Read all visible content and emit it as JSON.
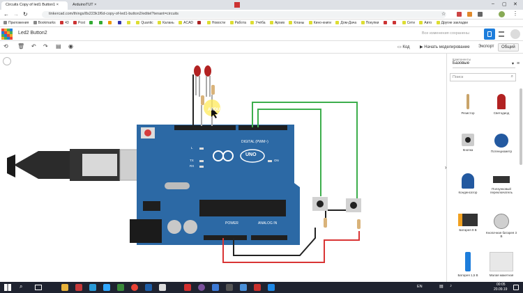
{
  "browser": {
    "tabs": [
      {
        "title": "Circuits Copy of led1 Button1 ×"
      },
      {
        "title": "ArduinoTUT ×"
      }
    ],
    "url": "tinkercad.com/things/8s223k1f6d-copy-of-led1-button2/editel?tenant=circuits",
    "bookmarks": [
      "Приложения",
      "Bookmarks",
      "43",
      "Post",
      "",
      "",
      "",
      "",
      "",
      "Quantic",
      "Калань",
      "ACAD",
      "",
      "Новости",
      "Работа",
      "Учёба",
      "Архив",
      "Кланы",
      "Кино-книги",
      "Дом-Дача",
      "Покупки",
      "",
      "",
      "Сети",
      "Авто",
      "Другие закладки"
    ]
  },
  "app": {
    "project_title": "Led2 Button2",
    "save_status": "Все изменения сохранены",
    "toolbar": {
      "code_label": "Код",
      "simulate_label": "Начать моделирование",
      "export_label": "Экспорт",
      "share_label": "Общий"
    }
  },
  "panel": {
    "components_heading": "Компоненты",
    "category": "Базовые",
    "search_placeholder": "Поиск",
    "components": [
      {
        "label": "Резистор"
      },
      {
        "label": "Светодиод"
      },
      {
        "label": "Кнопка"
      },
      {
        "label": "Потенциометр"
      },
      {
        "label": "Конденсатор"
      },
      {
        "label": "Ползунковый переключатель"
      },
      {
        "label": "Батарея 9 В"
      },
      {
        "label": "Кнопочная батарея 3 В"
      },
      {
        "label": "Батарея 1,5 В"
      },
      {
        "label": "Малая макетная"
      }
    ]
  },
  "board": {
    "brand": "ARDUINO",
    "model": "UNO",
    "digital_label": "DIGITAL (PWM~)",
    "analog_label": "ANALOG IN",
    "power_label": "POWER",
    "on_label": "ON",
    "tx_label": "TX",
    "rx_label": "RX",
    "l_label": "L"
  },
  "taskbar": {
    "lang": "EN",
    "time": "00:05",
    "date": "20.09.19"
  },
  "colors": {
    "board": "#2c69a5",
    "tinkercad_blue": "#1d7ddb",
    "wire_green": "#3cae4c",
    "wire_red": "#d93434",
    "wire_black": "#222222"
  }
}
